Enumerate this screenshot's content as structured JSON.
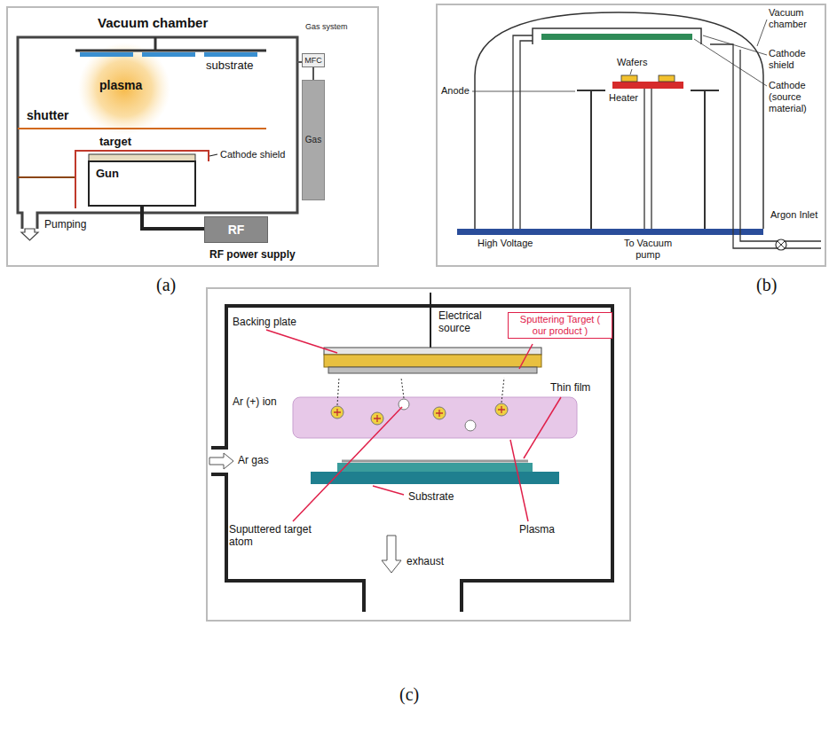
{
  "diagram": {
    "nodes": [
      {
        "text": [
          "MFC"
        ]
      },
      {
        "text": [
          "Gas"
        ]
      },
      {
        "text": [
          "RF"
        ]
      },
      {
        "text": [
          "Sputtering Target ( our product )"
        ]
      }
    ],
    "labels": [
      "Vacuum chamber",
      "Gas system",
      "substrate",
      "plasma",
      "shutter",
      "target",
      "Cathode shield",
      "Gun",
      "Pumping",
      "RF power supply",
      "(a)",
      "Vacuum chamber",
      "Cathode shield",
      "Cathode (source material)",
      "Wafers",
      "Anode",
      "Heater",
      "High Voltage",
      "To Vacuum pump",
      "Argon Inlet",
      "(b)",
      "Backing plate",
      "Electrical source",
      "Ar (+) ion",
      "Thin film",
      "Ar gas",
      "Substrate",
      "Suputtered target atom",
      "exhaust",
      "Plasma",
      "(c)"
    ]
  }
}
